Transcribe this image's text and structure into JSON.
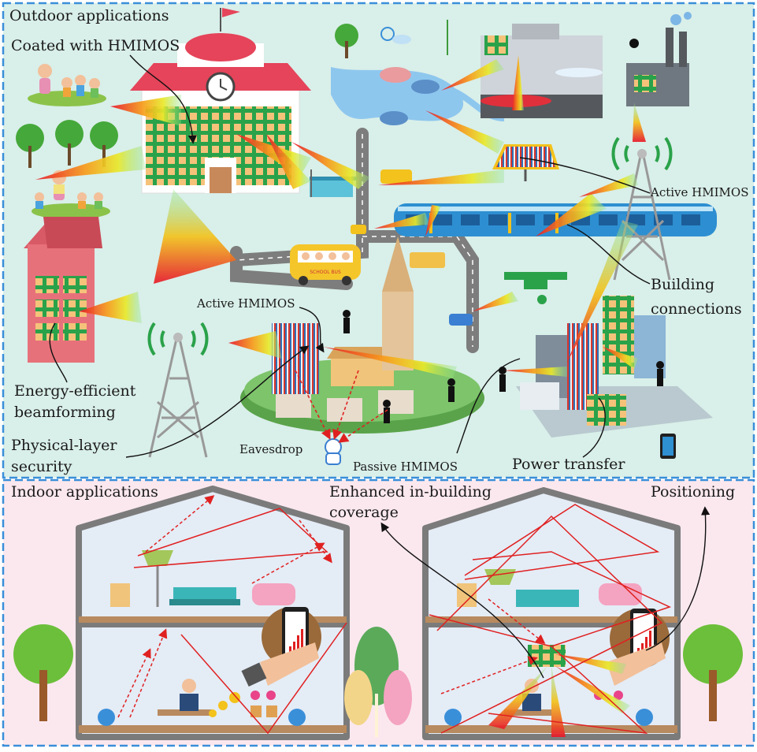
{
  "outdoor": {
    "title": "Outdoor applications",
    "coated": "Coated with HMIMOS",
    "active_right": "Active HMIMOS",
    "active_left": "Active HMIMOS",
    "building_connections_1": "Building",
    "building_connections_2": "connections",
    "energy_1": "Energy-efficient",
    "energy_2": "beamforming",
    "security_1": "Physical-layer",
    "security_2": "security",
    "eavesdrop": "Eavesdrop",
    "passive": "Passive HMIMOS",
    "power": "Power transfer",
    "bus_text": "SCHOOL BUS"
  },
  "indoor": {
    "title": "Indoor applications",
    "coverage_1": "Enhanced in-building",
    "coverage_2": "coverage",
    "positioning": "Positioning"
  },
  "colors": {
    "outdoor_bg": "#d9efe9",
    "indoor_bg": "#fbe8ef",
    "border": "#3a8fd9",
    "ray": "#e02020"
  }
}
